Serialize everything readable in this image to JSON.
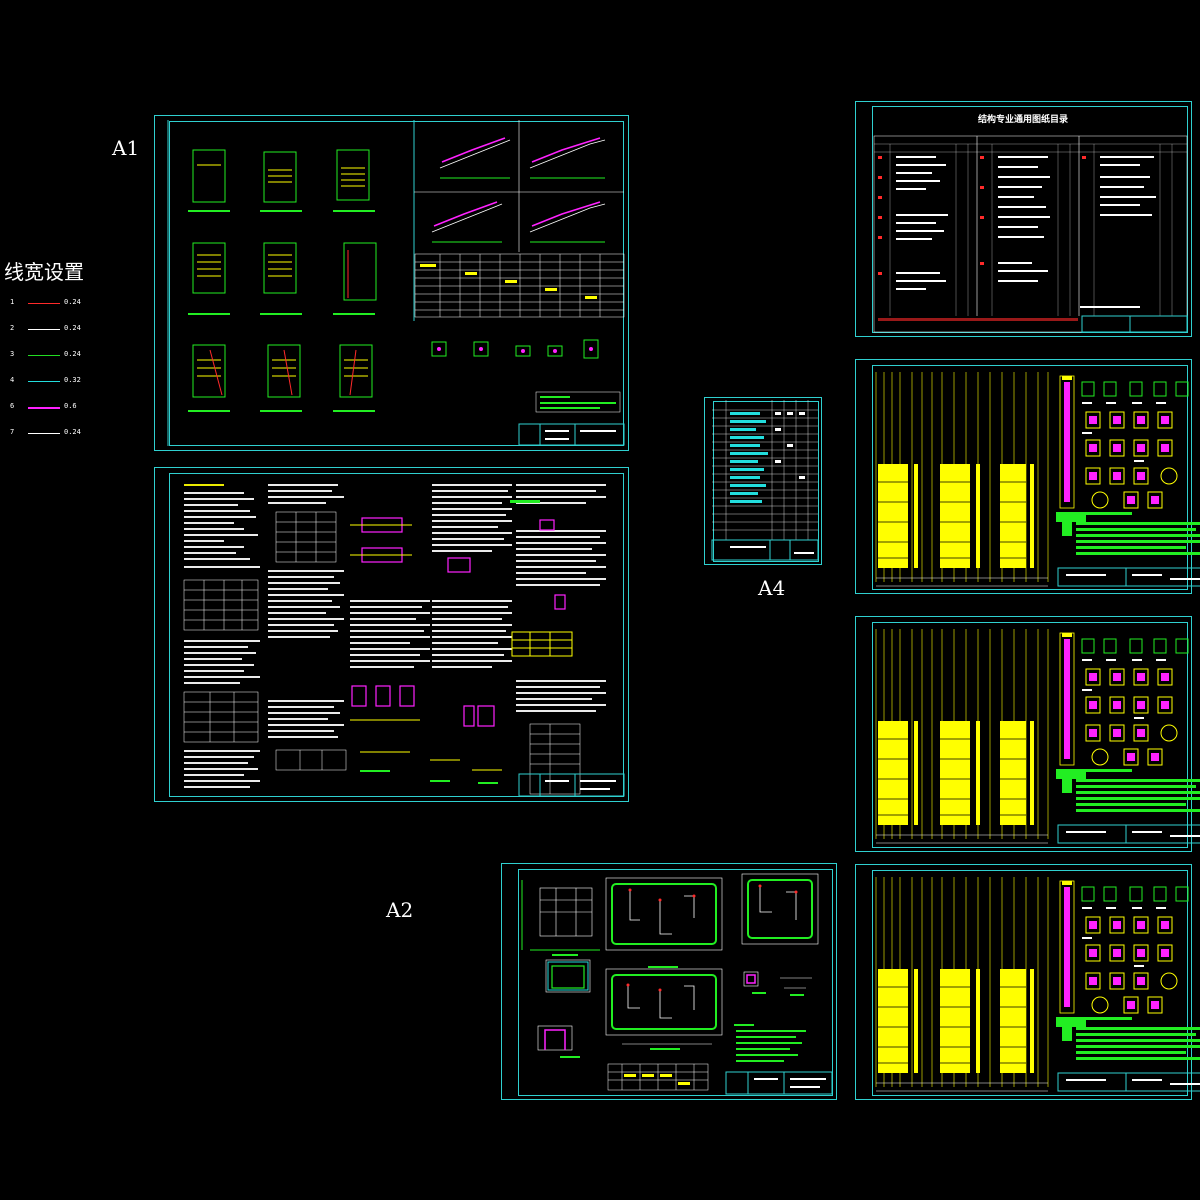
{
  "sheet_labels": {
    "a1": "A1",
    "a2": "A2",
    "a4": "A4"
  },
  "line_width_panel": {
    "title": "线宽设置",
    "rows": [
      {
        "num": "1",
        "color": "#ff2a2a",
        "width": "0.24"
      },
      {
        "num": "2",
        "color": "#ffffff",
        "width": "0.24"
      },
      {
        "num": "3",
        "color": "#22dd22",
        "width": "0.24"
      },
      {
        "num": "4",
        "color": "#22dddd",
        "width": "0.32"
      },
      {
        "num": "6",
        "color": "#ff22ff",
        "width": "0.6"
      },
      {
        "num": "7",
        "color": "#ffffff",
        "width": "0.24"
      }
    ]
  },
  "colors": {
    "frame": "#2fd0d0",
    "yellow": "#ffff00",
    "green": "#22ee22",
    "magenta": "#ff22ff",
    "white": "#ffffff",
    "red": "#ff2a2a",
    "background": "#000000"
  },
  "index_sheet": {
    "title": "结构专业通用图纸目录"
  }
}
